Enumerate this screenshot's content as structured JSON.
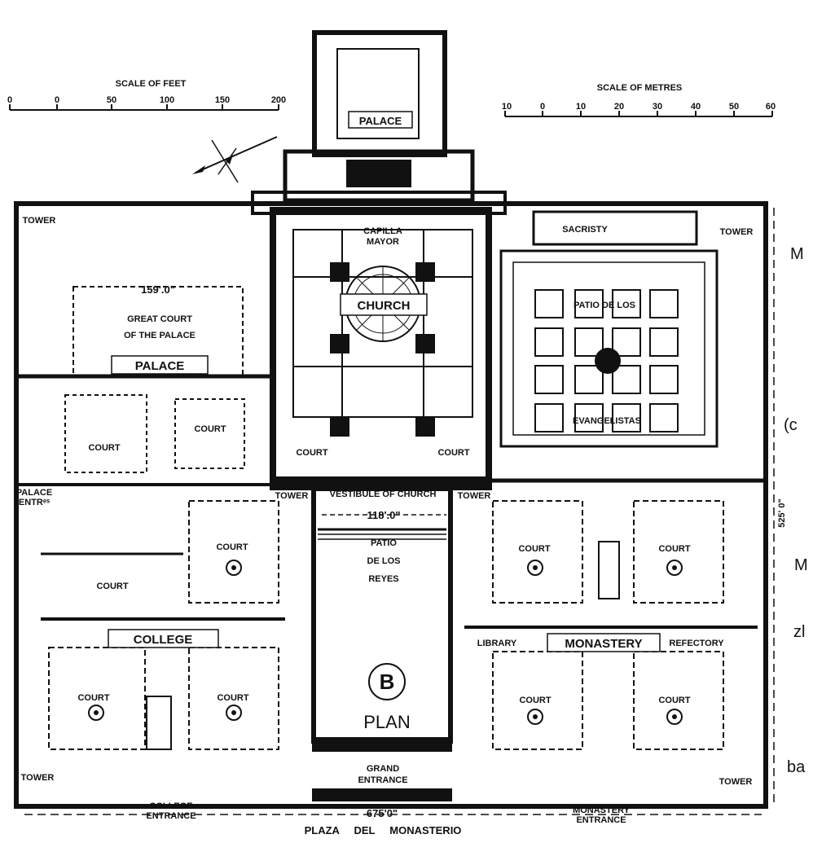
{
  "scales": {
    "feet": {
      "title": "SCALE OF FEET",
      "ticks": [
        "0",
        "0",
        "50",
        "100",
        "150",
        "200"
      ]
    },
    "metres": {
      "title": "SCALE OF METRES",
      "ticks": [
        "10",
        "0",
        "10",
        "20",
        "30",
        "40",
        "50",
        "60"
      ]
    }
  },
  "labels": {
    "palace_top": "PALACE",
    "capilla_line1": "CAPILLA",
    "capilla_line2": "MAYOR",
    "church": "CHURCH",
    "sacristy": "SACRISTY",
    "tower_nw": "TOWER",
    "tower_ne": "TOWER",
    "great_court_dim": "159'.0\"",
    "great_court_line1": "GREAT COURT",
    "great_court_line2": "OF THE PALACE",
    "palace_mid": "PALACE",
    "patio_evang_line1": "PATIO DE LOS",
    "patio_evang_line2": "EVANGELISTAS",
    "court_w1": "COURT",
    "court_w2": "COURT",
    "court_church_l": "COURT",
    "court_church_r": "COURT",
    "palace_entrance_line1": "PALACE",
    "palace_entrance_line2": "ENTRᵉˢ",
    "tower_vest_l": "TOWER",
    "vestibule": "VESTIBULE OF CHURCH",
    "tower_vest_r": "TOWER",
    "dim_525": "525' 0\"",
    "court_c1": "COURT",
    "court_c2": "COURT",
    "patio_reyes_dim": "118'.0\"",
    "patio_reyes_line1": "PATIO",
    "patio_reyes_line2": "DE LOS",
    "patio_reyes_line3": "REYES",
    "court_m1": "COURT",
    "court_m2": "COURT",
    "college": "COLLEGE",
    "library": "LIBRARY",
    "monastery": "MONASTERY",
    "refectory": "REFECTORY",
    "plan_letter": "B",
    "plan": "PLAN",
    "court_c3": "COURT",
    "court_c4": "COURT",
    "court_m3": "COURT",
    "court_m4": "COURT",
    "grand_line1": "GRAND",
    "grand_line2": "ENTRANCE",
    "tower_sw": "TOWER",
    "tower_se": "TOWER",
    "college_ent_line1": "COLLEGE",
    "college_ent_line2": "ENTRANCE",
    "dim_675": "675'0\"",
    "monastery_ent_line1": "MONASTERY",
    "monastery_ent_line2": "ENTRANCE",
    "plaza": "PLAZA     DEL     MONASTERIO"
  },
  "edge_text": [
    "M",
    "(c",
    "M",
    "zl",
    "ba"
  ]
}
